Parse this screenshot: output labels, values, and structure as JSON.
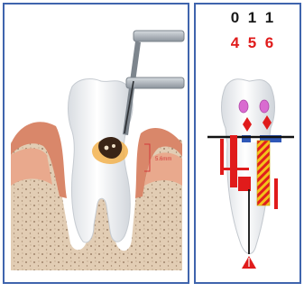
{
  "left_panel": {
    "measurement_label": "5.6mm"
  },
  "right_panel": {
    "codes_top": [
      "0",
      "1",
      "1"
    ],
    "codes_bottom": [
      "4",
      "5",
      "6"
    ]
  },
  "colors": {
    "frame_blue": "#3f64ad",
    "code_red": "#e01b1b",
    "gum": "#d9876a",
    "bone": "#ddc6aa",
    "probe": "#9aa2aa"
  }
}
